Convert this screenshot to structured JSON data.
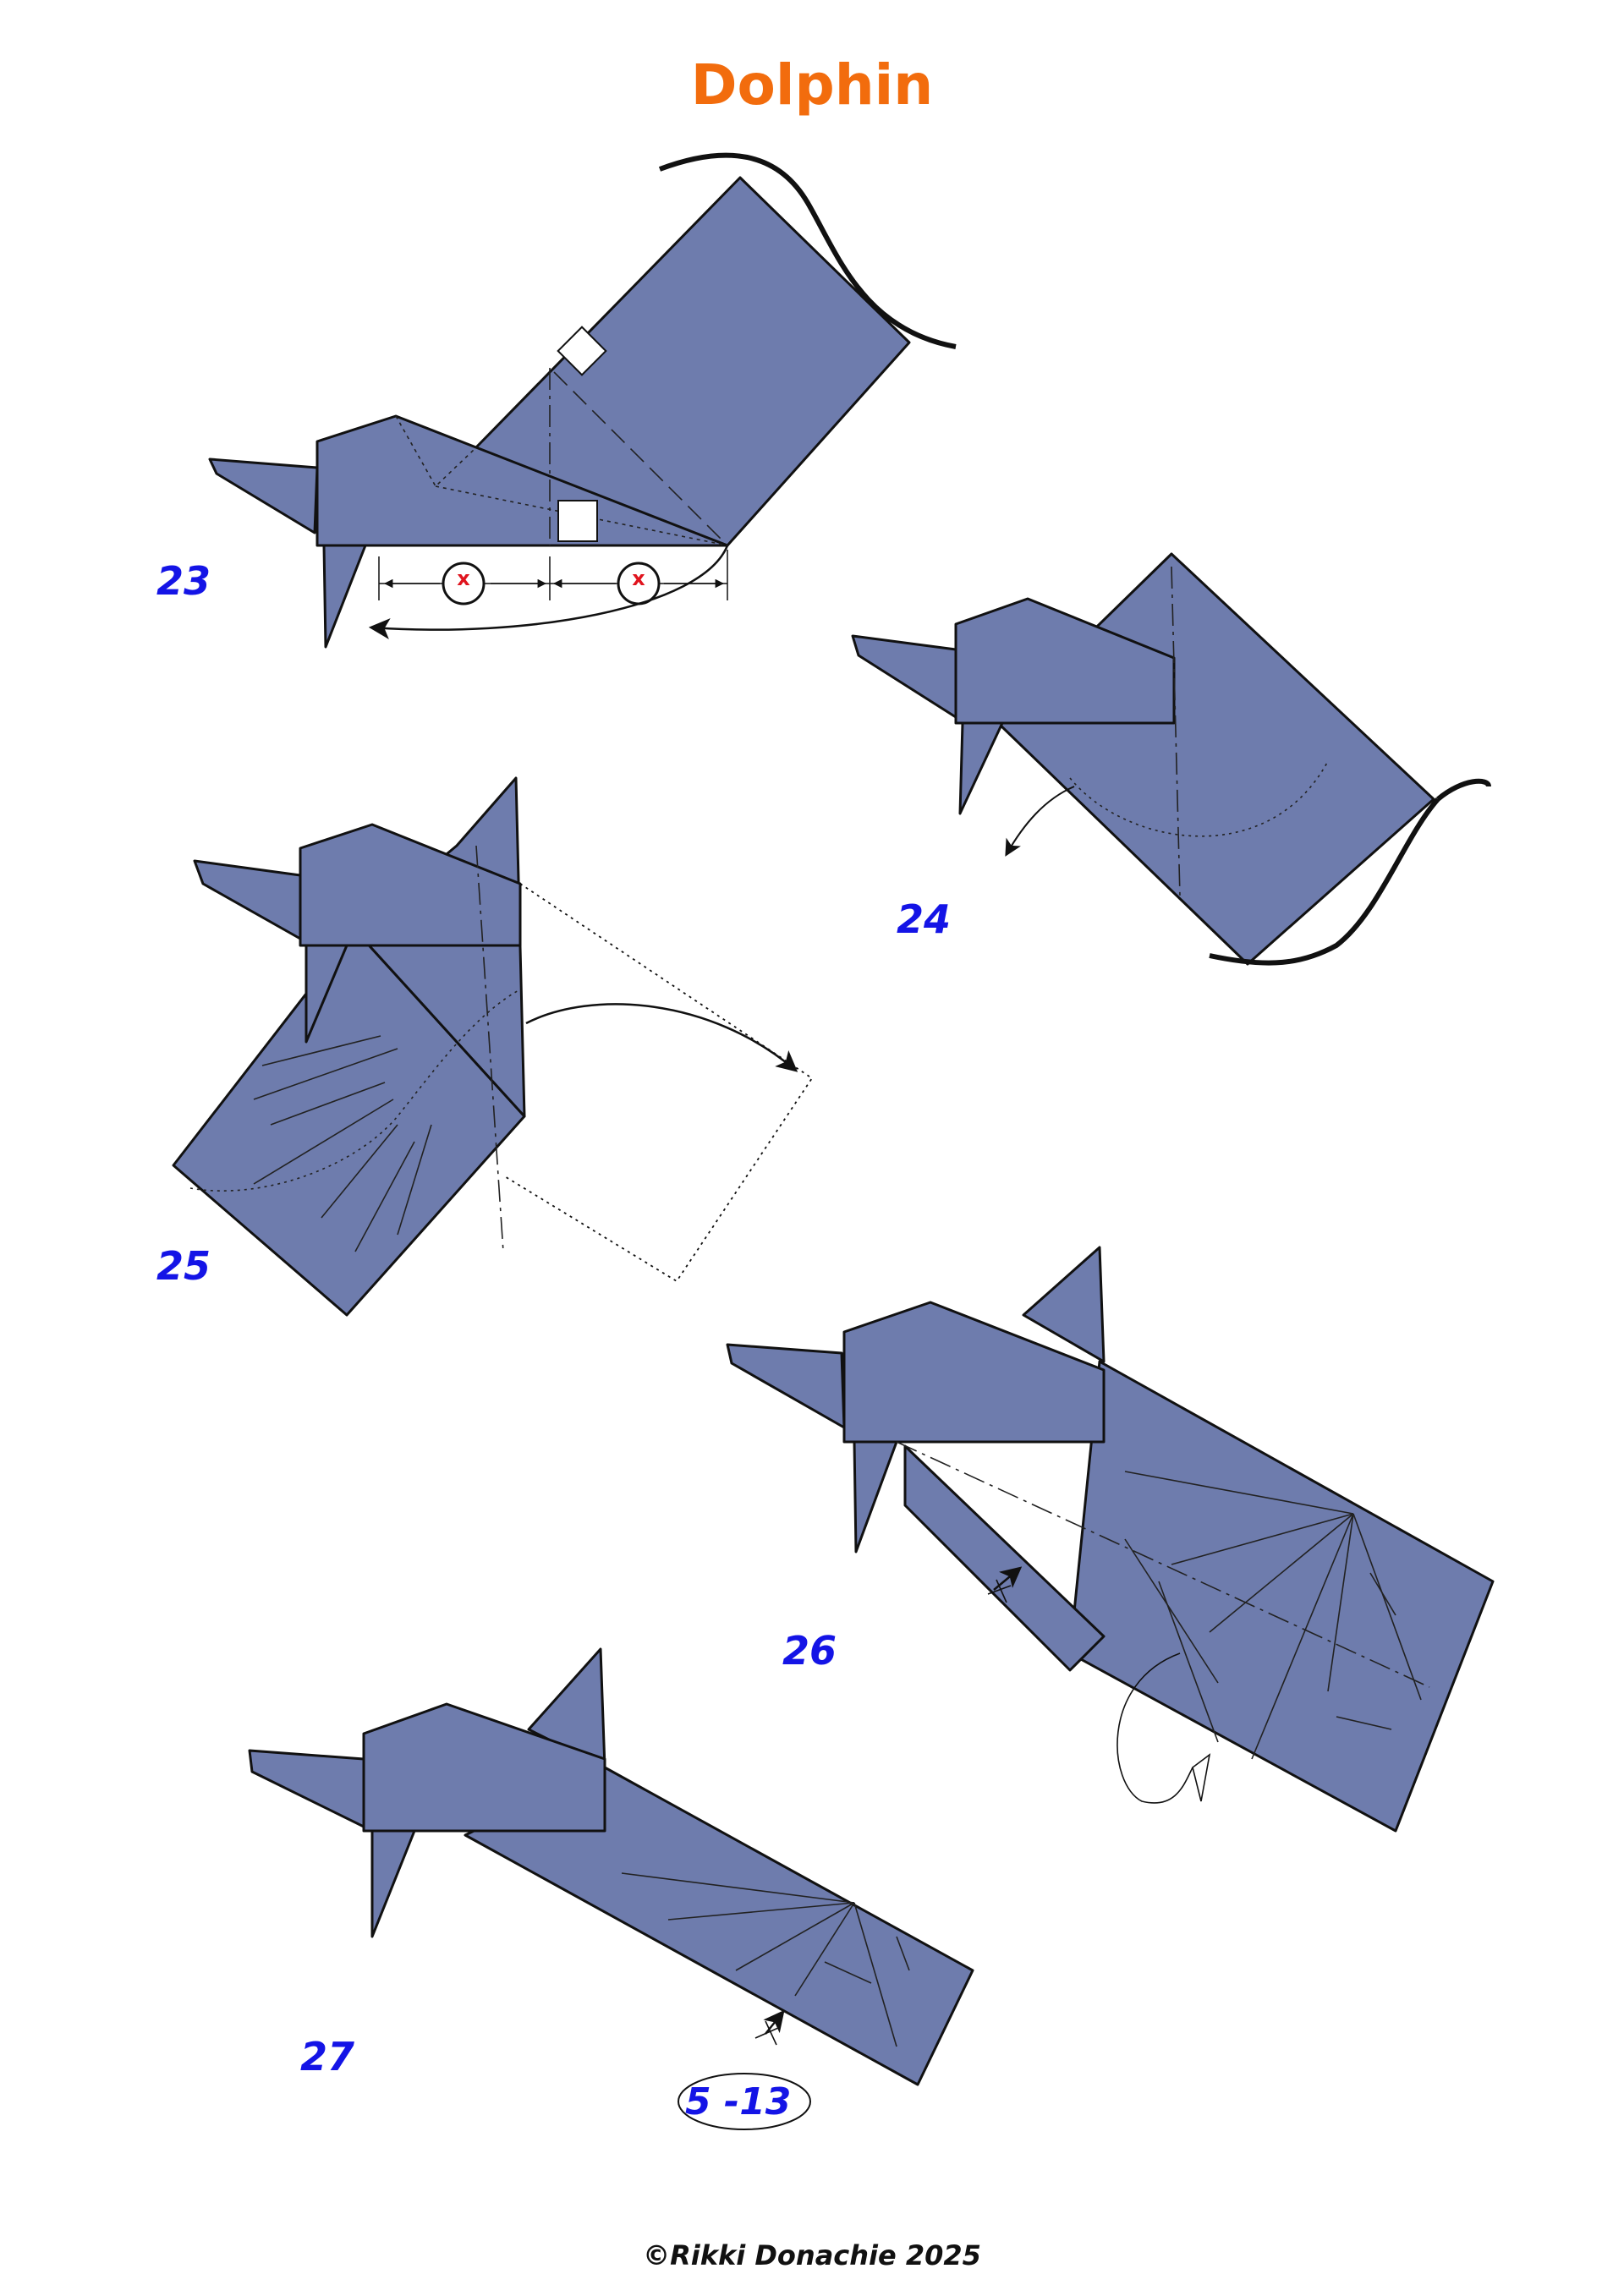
{
  "title": "Dolphin",
  "steps": [
    "23",
    "24",
    "25",
    "26",
    "27"
  ],
  "marks": {
    "x": "x"
  },
  "reference": "5 -13",
  "footer": "©Rikki Donachie 2025",
  "colors": {
    "paper": "#6e7cad",
    "title": "#f26c0d",
    "step_number": "#1414e6",
    "mark": "#e0141e"
  }
}
